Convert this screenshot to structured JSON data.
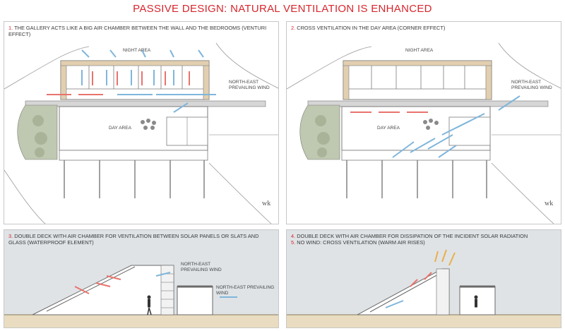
{
  "title": "PASSIVE DESIGN: NATURAL VENTILATION IS ENHANCED",
  "panels": {
    "p1": {
      "num": "1.",
      "caption": "THE GALLERY ACTS LIKE A BIG AIR CHAMBER BETWEEN THE WALL AND THE BEDROOMS (VENTURI EFFECT)",
      "night": "NIGHT AREA",
      "day": "DAY AREA",
      "wind": "NORTH-EAST PREVAILING WIND"
    },
    "p2": {
      "num": "2.",
      "caption": "CROSS VENTILATION IN THE DAY AREA (CORNER EFFECT)",
      "night": "NIGHT AREA",
      "day": "DAY AREA",
      "wind": "NORTH-EAST PREVAILING WIND"
    },
    "p3": {
      "num": "3.",
      "caption": "DOUBLE DECK WITH AIR CHAMBER FOR VENTILATION BETWEEN SOLAR PANELS OR SLATS AND GLASS (WATERPROOF ELEMENT)",
      "wind1": "NORTH-EAST PREVAILING WIND",
      "wind2": "NORTH-EAST PREVAILING WIND"
    },
    "p4": {
      "num1": "4.",
      "caption1": "DOUBLE DECK WITH AIR CHAMBER FOR DISSIPATION OF THE INCIDENT SOLAR RADIATION",
      "num2": "5.",
      "caption2": "NO WIND: CROSS VENTILATION (WARM AIR RISES)"
    }
  },
  "colors": {
    "title": "#d8262c",
    "cool_air": "#7fb6dc",
    "warm_air": "#e8736c",
    "hot_air": "#e9b04a",
    "wall": "#e2cfb0",
    "section_bg": "#dfe3e6"
  }
}
